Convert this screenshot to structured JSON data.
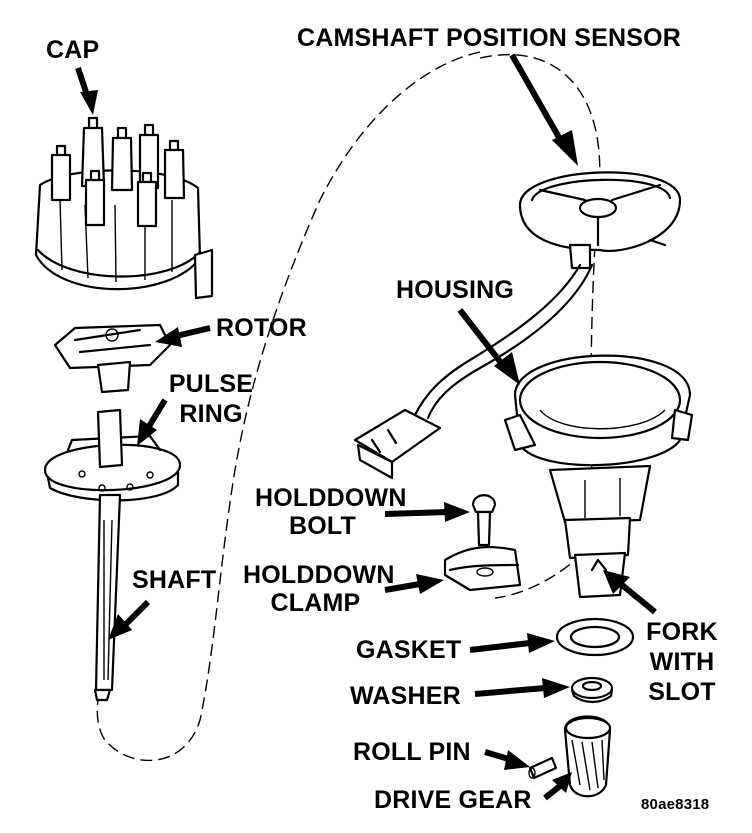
{
  "labels": {
    "cap": "CAP",
    "camshaft_position_sensor": "CAMSHAFT POSITION SENSOR",
    "housing": "HOUSING",
    "rotor": "ROTOR",
    "pulse": "PULSE",
    "ring": "RING",
    "holddown_bolt_1": "HOLDDOWN",
    "holddown_bolt_2": "BOLT",
    "holddown_clamp_1": "HOLDDOWN",
    "holddown_clamp_2": "CLAMP",
    "shaft": "SHAFT",
    "gasket": "GASKET",
    "washer": "WASHER",
    "fork_1": "FORK",
    "fork_2": "WITH",
    "fork_3": "SLOT",
    "roll_pin": "ROLL PIN",
    "drive_gear": "DRIVE GEAR",
    "figure_code": "80ae8318"
  }
}
